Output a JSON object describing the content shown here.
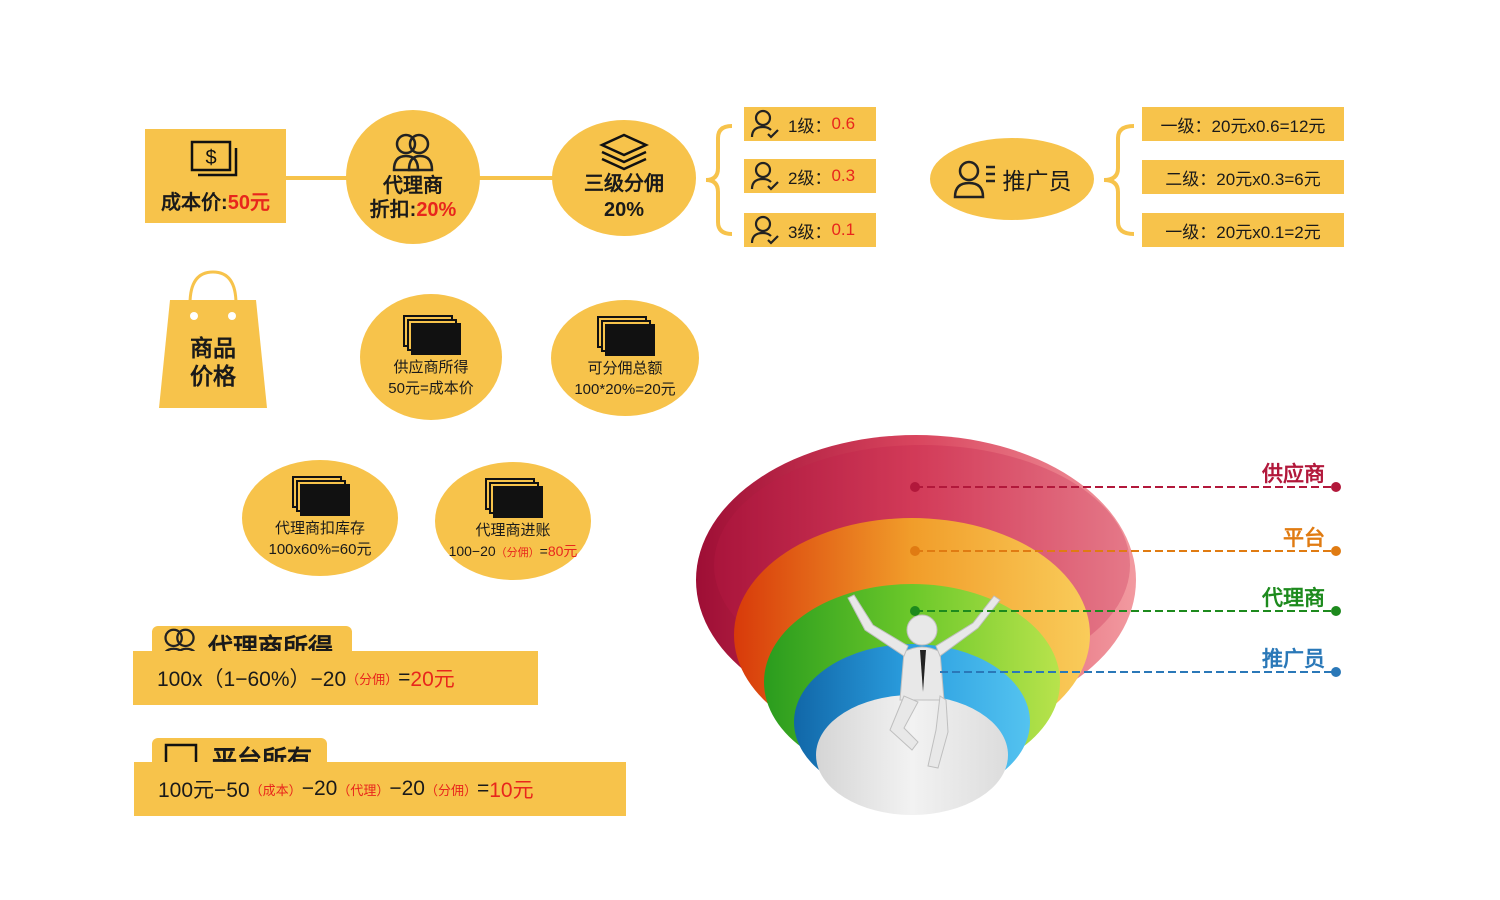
{
  "cost": {
    "label": "成本价:",
    "value": "50元",
    "icon": "dollar-bills-icon"
  },
  "agent_discount": {
    "line1": "代理商",
    "line2_label": "折扣:",
    "line2_value": "20%",
    "icon": "users-icon"
  },
  "commission": {
    "line1": "三级分佣",
    "line2": "20%",
    "icon": "layers-icon"
  },
  "levels": [
    {
      "label": "1级：",
      "value": "0.6"
    },
    {
      "label": "2级：",
      "value": "0.3"
    },
    {
      "label": "3级：",
      "value": "0.1"
    }
  ],
  "promoter": {
    "label": "推广员",
    "icon": "person-list-icon"
  },
  "promoter_calc": [
    "一级：20元x0.6=12元",
    "二级：20元x0.3=6元",
    "一级：20元x0.1=2元"
  ],
  "bag": {
    "line1": "商品",
    "line2": "价格",
    "icon": "shopping-bag-icon"
  },
  "bubbles": [
    {
      "line1": "供应商所得",
      "line2": "50元=成本价"
    },
    {
      "line1": "可分佣总额",
      "line2": "100*20%=20元"
    },
    {
      "line1": "代理商扣库存",
      "line2": "100x60%=60元"
    },
    {
      "line1": "代理商进账",
      "line2_a": "100−20",
      "line2_b": "（分佣）",
      "line2_c": "=",
      "line2_d": "80元"
    }
  ],
  "agent_income": {
    "title": "代理商所得",
    "f1": "100x（1−60%）−20",
    "f2": "（分佣）",
    "f3": "=",
    "f4": "20元"
  },
  "platform": {
    "title": "平台所有",
    "f1": "100元−50",
    "f2": "（成本）",
    "f3": "−20",
    "f4": "（代理）",
    "f5": "−20",
    "f6": "（分佣）",
    "f7": "=",
    "f8": "10元"
  },
  "legend": [
    {
      "label": "供应商",
      "color": "#b2183b"
    },
    {
      "label": "平台",
      "color": "#e07b12"
    },
    {
      "label": "代理商",
      "color": "#1d8a1d"
    },
    {
      "label": "推广员",
      "color": "#2a78b8"
    }
  ]
}
